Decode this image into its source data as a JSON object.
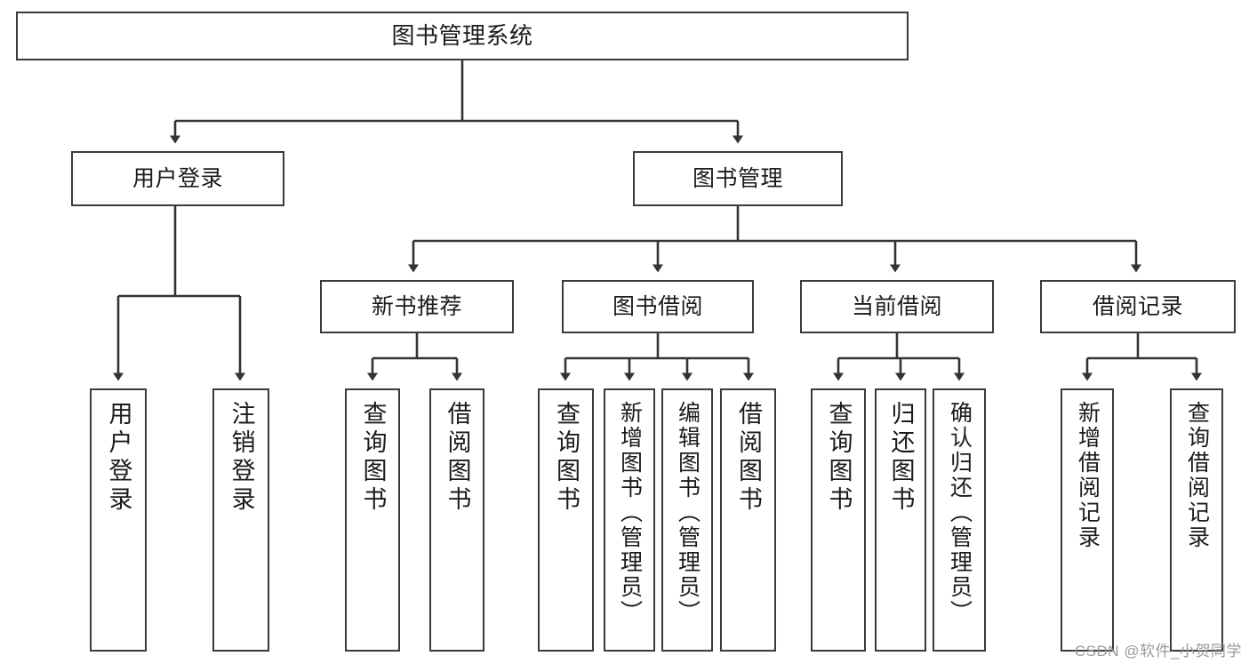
{
  "diagram": {
    "title": "图书管理系统",
    "type": "tree",
    "style": {
      "box_border_color": "#3b3b3b",
      "box_fill_color": "#ffffff",
      "line_color": "#333333",
      "text_color": "#1b1b1b",
      "background": "#ffffff"
    },
    "root": {
      "label": "图书管理系统"
    },
    "level2": [
      {
        "label": "用户登录"
      },
      {
        "label": "图书管理"
      }
    ],
    "level3": [
      {
        "label": "新书推荐"
      },
      {
        "label": "图书借阅"
      },
      {
        "label": "当前借阅"
      },
      {
        "label": "借阅记录"
      }
    ],
    "leaves": {
      "user_login": [
        {
          "label": "用户登录"
        },
        {
          "label": "注销登录"
        }
      ],
      "new_book_recommend": [
        {
          "label": "查询图书"
        },
        {
          "label": "借阅图书"
        }
      ],
      "book_borrow": [
        {
          "label": "查询图书"
        },
        {
          "label": "新增图书（管理员）"
        },
        {
          "label": "编辑图书（管理员）"
        },
        {
          "label": "借阅图书"
        }
      ],
      "current_borrow": [
        {
          "label": "查询图书"
        },
        {
          "label": "归还图书"
        },
        {
          "label": "确认归还（管理员）"
        }
      ],
      "borrow_record": [
        {
          "label": "新增借阅记录"
        },
        {
          "label": "查询借阅记录"
        }
      ]
    }
  },
  "watermark": {
    "text": "CSDN @软件_小贺同学"
  }
}
